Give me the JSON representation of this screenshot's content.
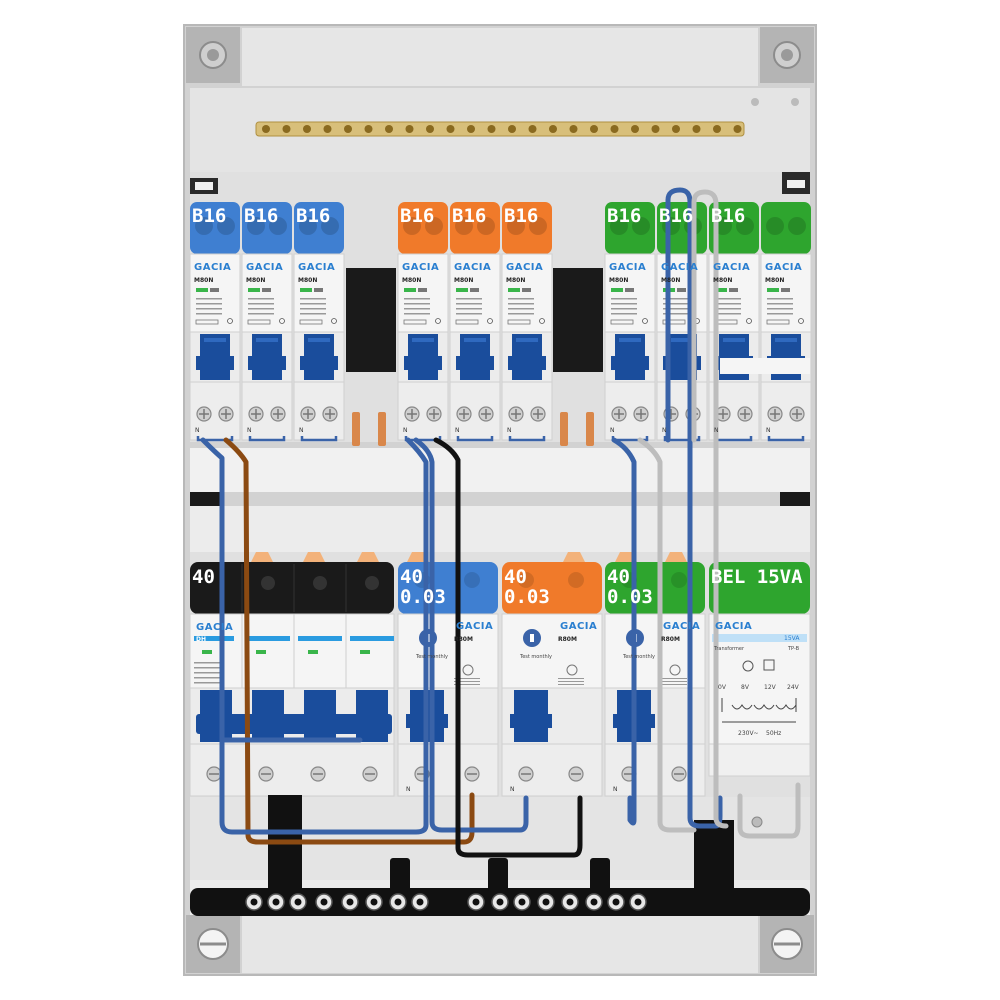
{
  "colors": {
    "enclosure": "#d4d4d4",
    "enclosure_inner": "#e3e3e3",
    "blue": "#3f7fd1",
    "orange": "#f07a2a",
    "green": "#2ea52e",
    "black": "#1a1a1a",
    "brand": "#2a7fd0",
    "toggle": "#1a4d9c",
    "wire_blue": "#3a63a8",
    "wire_brown": "#8b4a12",
    "wire_black": "#111111",
    "wire_grey": "#bdbdbd",
    "busbar": "#c9a85a"
  },
  "row1": {
    "breakers": [
      {
        "label": "B16",
        "brand": "GACIA",
        "model": "M80N",
        "color": "blue"
      },
      {
        "label": "B16",
        "brand": "GACIA",
        "model": "M80N",
        "color": "blue"
      },
      {
        "label": "B16",
        "brand": "GACIA",
        "model": "M80N",
        "color": "blue"
      },
      {
        "label": "B16",
        "brand": "GACIA",
        "model": "M80N",
        "color": "orange"
      },
      {
        "label": "B16",
        "brand": "GACIA",
        "model": "M80N",
        "color": "orange"
      },
      {
        "label": "B16",
        "brand": "GACIA",
        "model": "M80N",
        "color": "orange"
      },
      {
        "label": "B16",
        "brand": "GACIA",
        "model": "M80N",
        "color": "green"
      },
      {
        "label": "B16",
        "brand": "GACIA",
        "model": "M80N",
        "color": "green"
      },
      {
        "label": "B16",
        "brand": "GACIA",
        "model": "M80N",
        "color": "green"
      },
      {
        "label": "",
        "brand": "GACIA",
        "model": "M80N",
        "color": "green"
      }
    ]
  },
  "row2": {
    "main_switch": {
      "label": "40",
      "brand": "GACIA",
      "model": "DH"
    },
    "rcd": [
      {
        "label": "40\n0.03",
        "brand": "GACIA",
        "model": "R80M",
        "note": "Test monthly"
      },
      {
        "label": "40\n0.03",
        "brand": "GACIA",
        "model": "R80M",
        "note": "Test monthly"
      },
      {
        "label": "40\n0.03",
        "brand": "GACIA",
        "model": "R80M",
        "note": "Test monthly"
      }
    ],
    "transformer": {
      "label": "BEL 15VA",
      "brand": "GACIA",
      "rating": "15VA",
      "model": "TP-B",
      "title": "Transformer",
      "outputs": [
        "0V",
        "8V",
        "12V",
        "24V"
      ],
      "primary": "230V~",
      "freq": "50Hz"
    }
  },
  "terminal_marks": {
    "neutral": "N"
  }
}
